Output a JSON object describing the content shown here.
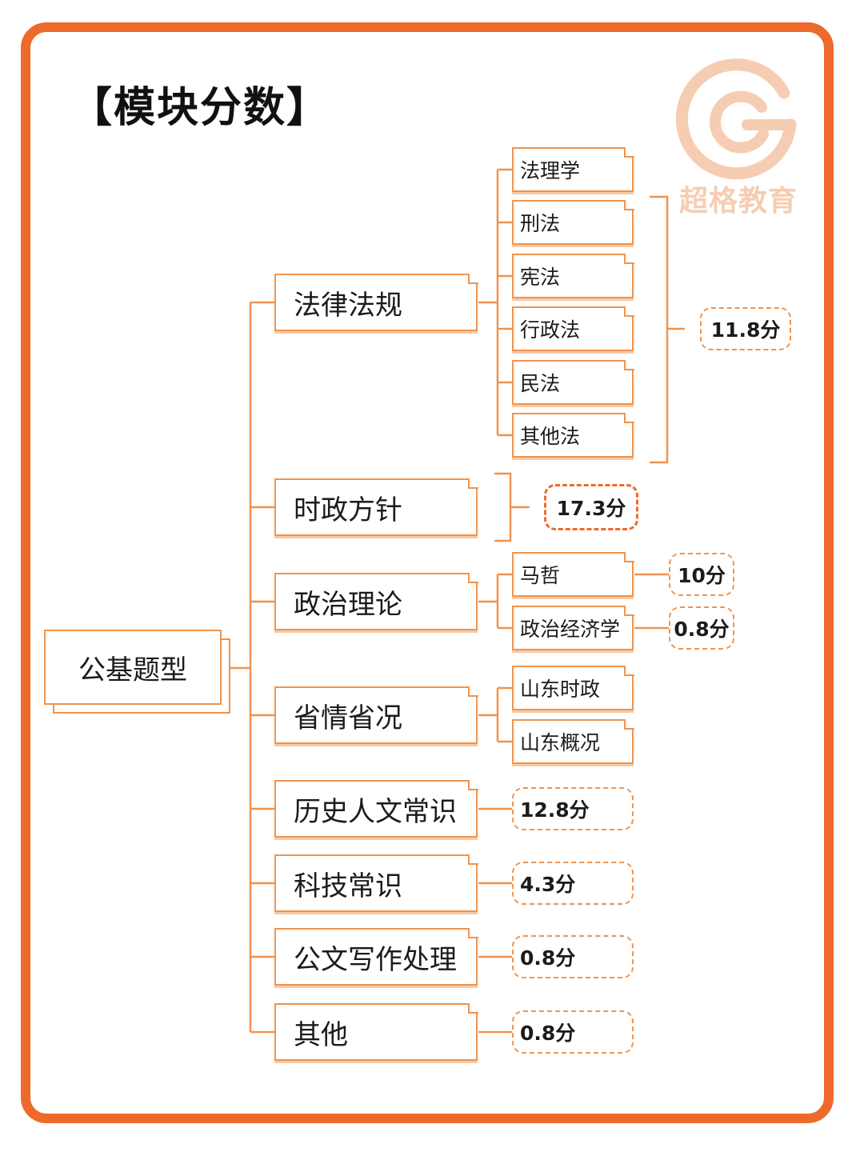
{
  "title": "【模块分数】",
  "logo": {
    "text": "超格教育",
    "icon": "cg-logo-icon"
  },
  "colors": {
    "accent": "#ee6a2c",
    "line": "#f0944e",
    "logo": "#f6cdb3"
  },
  "root": "公基题型",
  "modules": [
    {
      "label": "法律法规",
      "children": [
        "法理学",
        "刑法",
        "宪法",
        "行政法",
        "民法",
        "其他法"
      ],
      "score": "11.8分"
    },
    {
      "label": "时政方针",
      "score": "17.3分"
    },
    {
      "label": "政治理论",
      "children": [
        {
          "label": "马哲",
          "score": "10分"
        },
        {
          "label": "政治经济学",
          "score": "0.8分"
        }
      ]
    },
    {
      "label": "省情省况",
      "children": [
        "山东时政",
        "山东概况"
      ]
    },
    {
      "label": "历史人文常识",
      "score": "12.8分"
    },
    {
      "label": "科技常识",
      "score": "4.3分"
    },
    {
      "label": "公文写作处理",
      "score": "0.8分"
    },
    {
      "label": "其他",
      "score": "0.8分"
    }
  ]
}
